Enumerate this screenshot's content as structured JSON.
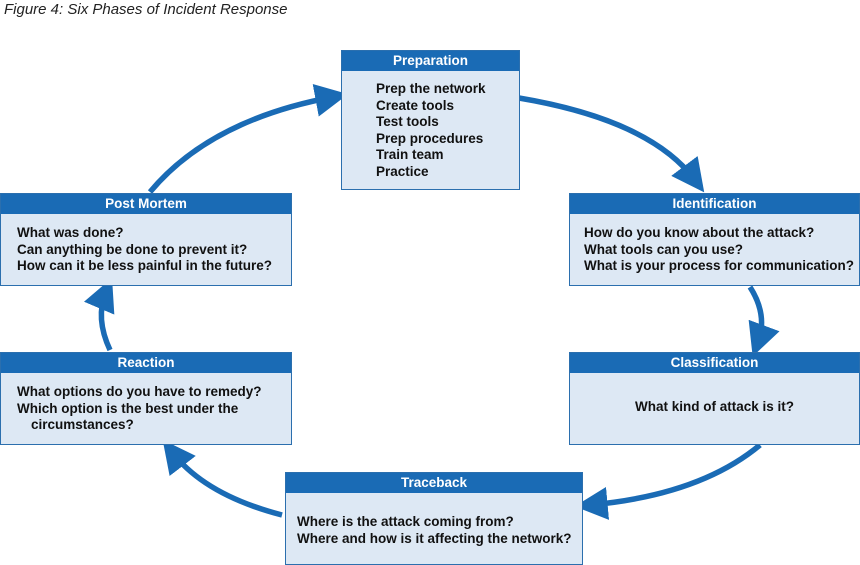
{
  "figure_title": "Figure 4: Six Phases of Incident Response",
  "colors": {
    "accent": "#1a6bb5",
    "box_fill": "#dde8f4",
    "arrow": "#1a6bb5"
  },
  "phases": {
    "preparation": {
      "title": "Preparation",
      "items": [
        "Prep the network",
        "Create tools",
        "Test tools",
        "Prep procedures",
        "Train team",
        "Practice"
      ]
    },
    "identification": {
      "title": "Identification",
      "items": [
        "How do you know about  the attack?",
        "What tools can you use?",
        "What is your process for communication?"
      ]
    },
    "classification": {
      "title": "Classification",
      "items": [
        "What kind of attack is it?"
      ]
    },
    "traceback": {
      "title": "Traceback",
      "items": [
        "Where is the attack coming from?",
        "Where and how is it affecting the network?"
      ]
    },
    "reaction": {
      "title": "Reaction",
      "items": [
        "What options do you have to remedy?",
        "Which option is the best under the",
        "circumstances?"
      ]
    },
    "post_mortem": {
      "title": "Post Mortem",
      "items": [
        "What was done?",
        "Can anything be done to prevent it?",
        "How can it be less painful in the future?"
      ]
    }
  }
}
